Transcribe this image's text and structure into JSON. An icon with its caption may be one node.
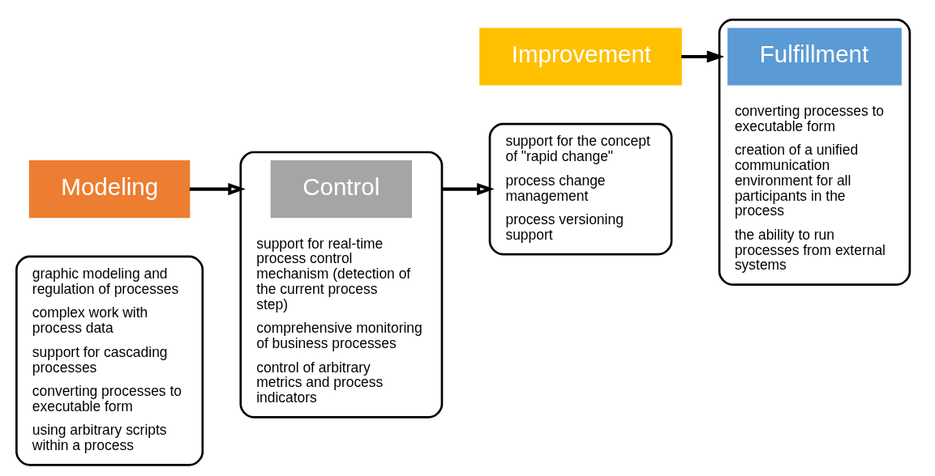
{
  "diagram": {
    "nodes": [
      {
        "text": [
          "graphic modeling and regulation of processes",
          "complex work with process data",
          "support for cascading processes",
          "converting processes to executable form",
          "using arbitrary scripts within a process"
        ]
      },
      {
        "text": [
          "Modeling"
        ]
      },
      {
        "text": [
          "support for real-time process control mechanism (detection of the current process step)",
          "comprehensive monitoring of business processes",
          "control of arbitrary metrics and process indicators"
        ]
      },
      {
        "text": [
          "Control"
        ],
        "in": 2
      },
      {
        "text": [
          "support for the concept of \"rapid change\"",
          "process change management",
          "process versioning support"
        ]
      },
      {
        "text": [
          "Improvement"
        ]
      },
      {
        "text": [
          "converting processes to executable form",
          "creation of a unified communication environment for all participants in the process",
          "the ability to run processes from external systems"
        ]
      },
      {
        "text": [
          "Fulfillment"
        ],
        "in": 6
      }
    ],
    "edges": [
      {
        "from": 1,
        "to": 2,
        "arrow": "to"
      },
      {
        "from": 2,
        "to": 4,
        "arrow": "to"
      },
      {
        "from": 5,
        "to": 6,
        "arrow": "to"
      }
    ]
  }
}
